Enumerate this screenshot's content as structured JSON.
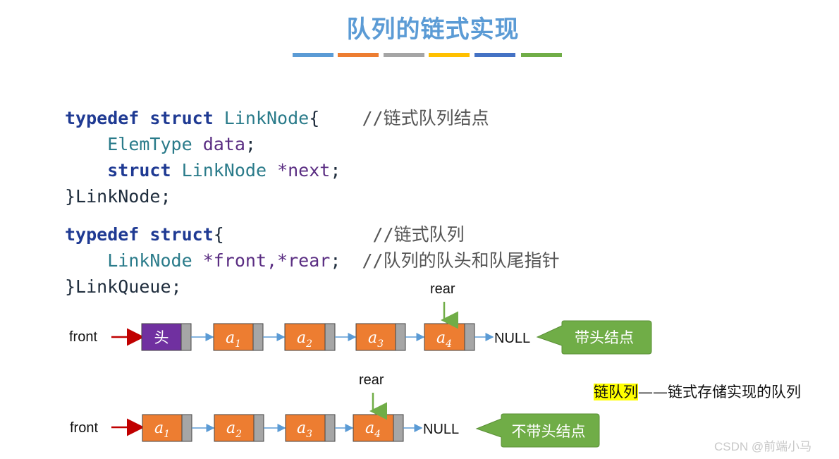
{
  "title": "队列的链式实现",
  "colors": [
    "#5b9bd5",
    "#ed7d31",
    "#a5a5a5",
    "#ffc000",
    "#4472c4",
    "#70ad47"
  ],
  "code1": {
    "l1_kw1": "typedef",
    "l1_kw2": "struct",
    "l1_type": "LinkNode",
    "l1_brace": "{",
    "l1_comment": "//链式队列结点",
    "l2_type": "ElemType",
    "l2_field": "data",
    "l2_end": ";",
    "l3_kw": "struct",
    "l3_type": "LinkNode",
    "l3_field": "*next",
    "l3_end": ";",
    "l4": "}LinkNode;"
  },
  "code2": {
    "l1_kw1": "typedef",
    "l1_kw2": "struct",
    "l1_brace": "{",
    "l1_comment": "//链式队列",
    "l2_type": "LinkNode",
    "l2_field": "*front,*rear",
    "l2_end": ";",
    "l2_comment": "//队列的队头和队尾指针",
    "l4": "}LinkQueue;"
  },
  "diagram1": {
    "front_label": "front",
    "rear_label": "rear",
    "head_label": "头",
    "nodes": [
      {
        "base": "a",
        "sub": "1"
      },
      {
        "base": "a",
        "sub": "2"
      },
      {
        "base": "a",
        "sub": "3"
      },
      {
        "base": "a",
        "sub": "4"
      }
    ],
    "null_label": "NULL",
    "bubble": "带头结点"
  },
  "diagram2": {
    "front_label": "front",
    "rear_label": "rear",
    "nodes": [
      {
        "base": "a",
        "sub": "1"
      },
      {
        "base": "a",
        "sub": "2"
      },
      {
        "base": "a",
        "sub": "3"
      },
      {
        "base": "a",
        "sub": "4"
      }
    ],
    "null_label": "NULL",
    "bubble": "不带头结点"
  },
  "note": {
    "highlight": "链队列",
    "rest": "——链式存储实现的队列"
  },
  "watermark": "CSDN @前端小马"
}
